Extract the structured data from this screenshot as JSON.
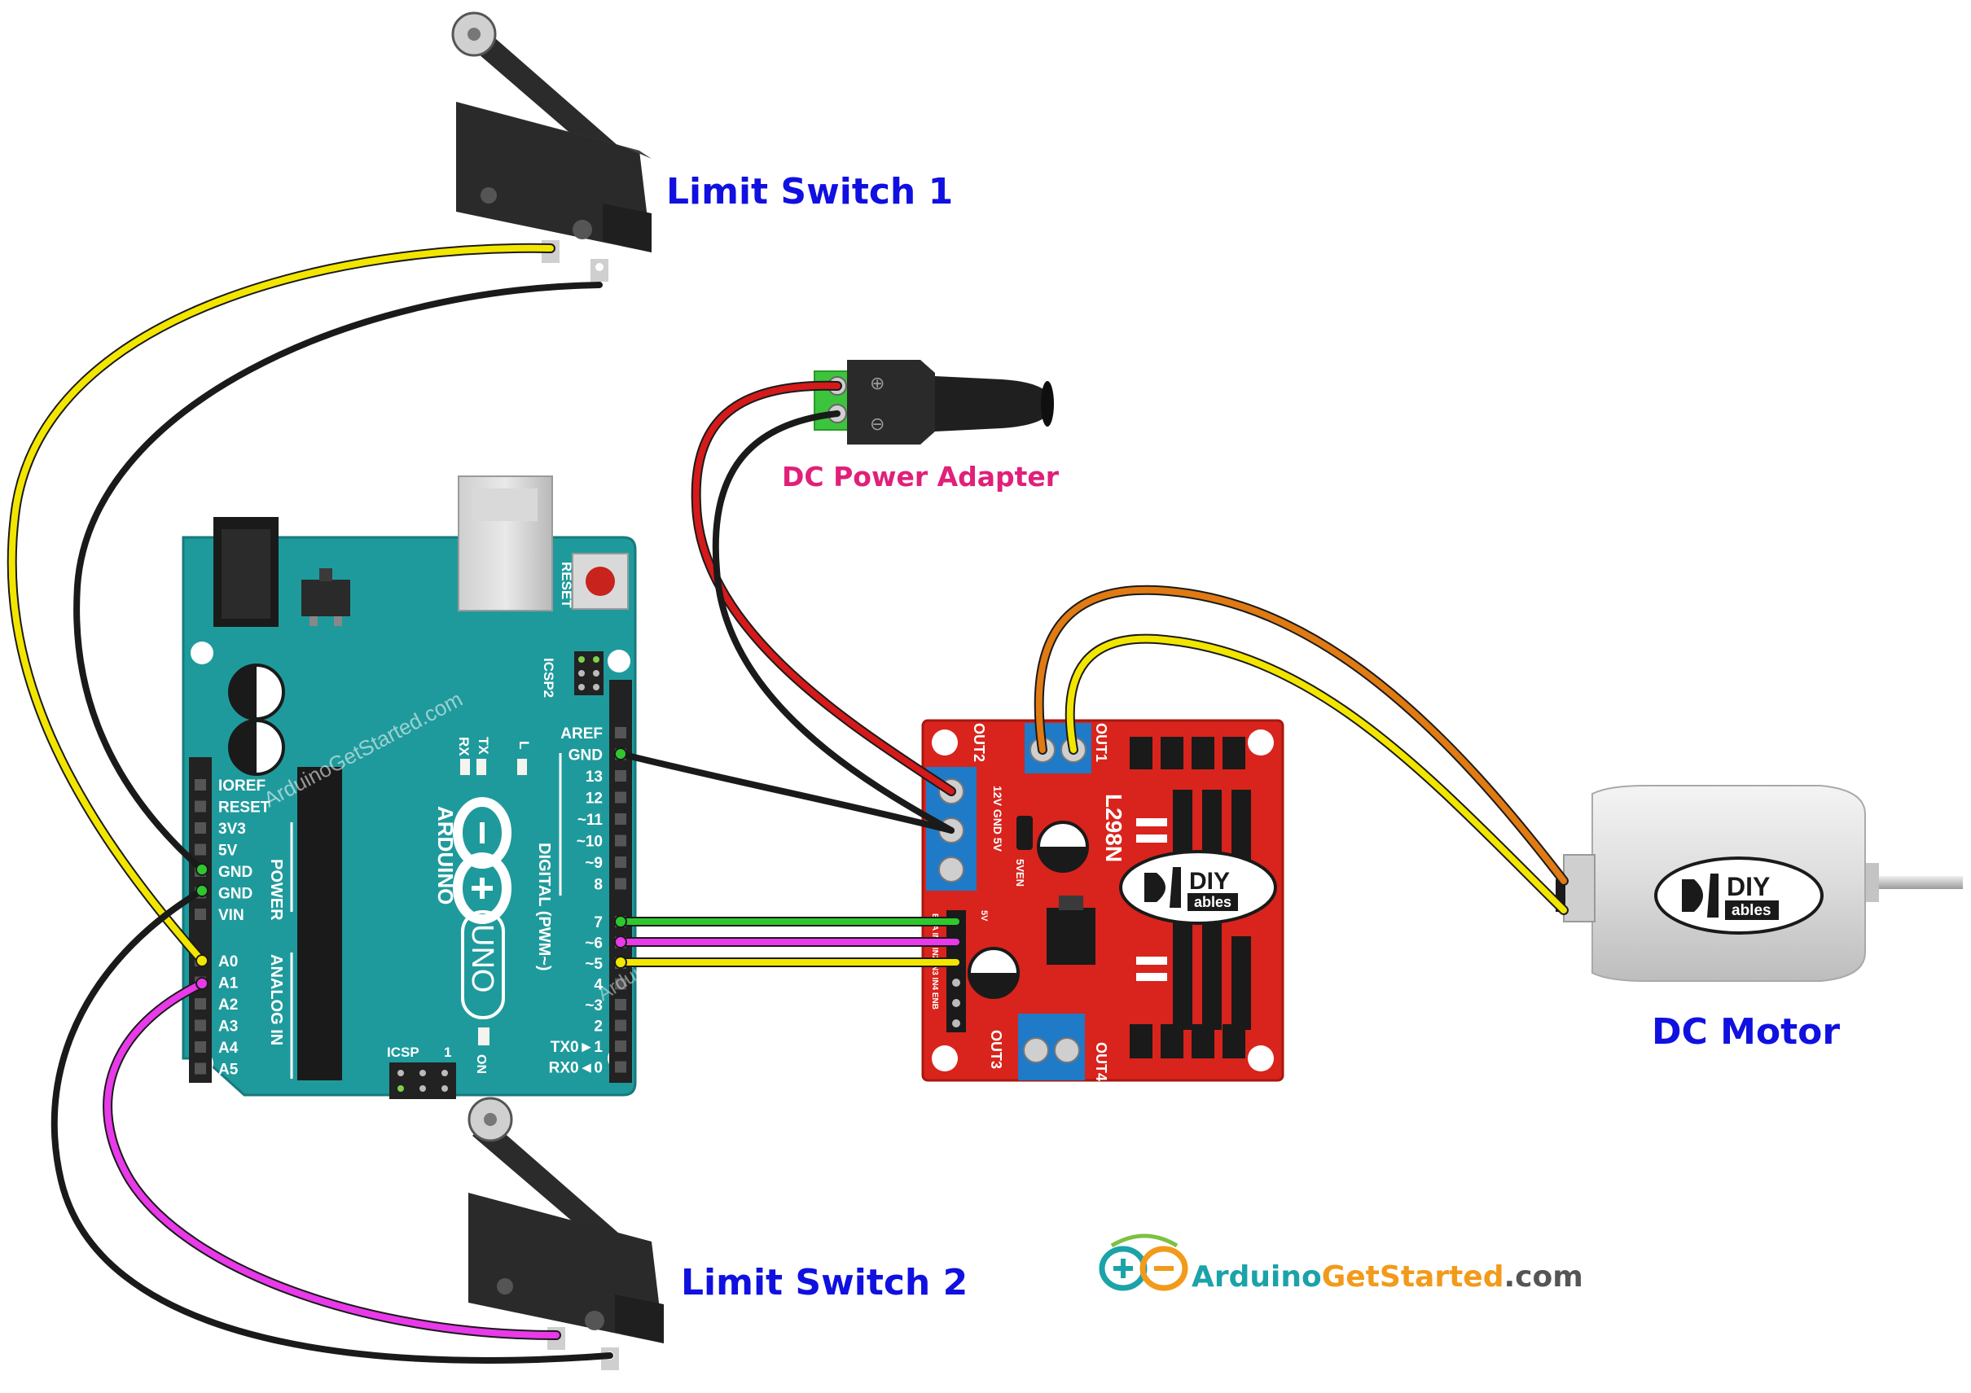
{
  "labels": {
    "limit_switch_1": "Limit Switch 1",
    "limit_switch_2": "Limit Switch 2",
    "dc_power_adapter": "DC Power Adapter",
    "dc_motor": "DC Motor"
  },
  "arduino": {
    "brand": "ARDUINO",
    "model": "UNO",
    "reset": "RESET",
    "icsp2": "ICSP2",
    "icsp": "ICSP",
    "icsp_pin1": "1",
    "tx": "TX",
    "rx": "RX",
    "l_led": "L",
    "on_led": "ON",
    "watermark": "ArduinoGetStarted.com",
    "power_header": "POWER",
    "analog_header": "ANALOG IN",
    "digital_header": "DIGITAL (PWM~)",
    "power_pins": [
      "IOREF",
      "RESET",
      "3V3",
      "5V",
      "GND",
      "GND",
      "VIN"
    ],
    "analog_pins": [
      "A0",
      "A1",
      "A2",
      "A3",
      "A4",
      "A5"
    ],
    "digital_pins_top": [
      "AREF",
      "GND",
      "13",
      "12",
      "~11",
      "~10",
      "~9",
      "8"
    ],
    "digital_pins_bottom": [
      "7",
      "~6",
      "~5",
      "4",
      "~3",
      "2",
      "TX0►1",
      "RX0◄0"
    ]
  },
  "driver": {
    "chip": "L298N",
    "out1": "OUT1",
    "out2": "OUT2",
    "out3": "OUT3",
    "out4": "OUT4",
    "power_terms": "12V GND 5V",
    "jumper": "5VEN",
    "logo_top": "DIY",
    "logo_bottom": "ables",
    "pin_5v": "5V",
    "pins_in": "ENA IN1 IN2 IN3 IN4 ENB"
  },
  "adapter": {
    "plus": "⊕",
    "minus": "⊖"
  },
  "motor": {
    "logo_top": "DIY",
    "logo_bottom": "ables"
  },
  "brand": {
    "name_a": "Arduino",
    "name_b": "GetStarted",
    "name_c": ".com"
  },
  "colors": {
    "board": "#1f9a9c",
    "driver": "#d8241c",
    "wire_yellow": "#f2e600",
    "wire_black": "#1a1a1a",
    "wire_green": "#2ec82e",
    "wire_magenta": "#e83ae8",
    "wire_red": "#d41a1a",
    "wire_orange": "#e07a12",
    "label_blue": "#1010e0",
    "label_pink": "#e0207a"
  }
}
